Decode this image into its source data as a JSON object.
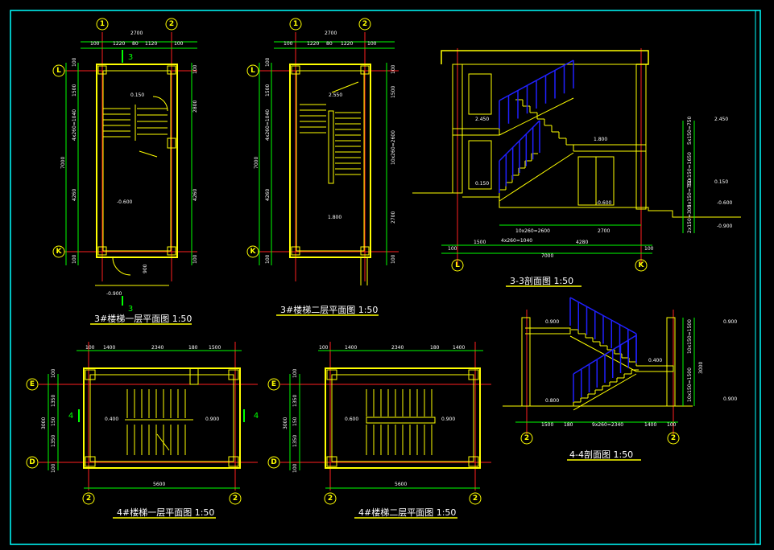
{
  "colors": {
    "background": "#000000",
    "frame": "#00ffff",
    "wall": "#ffff00",
    "axis": "#ff2020",
    "dimension": "#00ff00",
    "stair_rail": "#2020ff",
    "text": "#ffffff"
  },
  "drawings": {
    "plan3_1": {
      "title": "3#楼梯一层平面图 1:50",
      "top_axes": [
        "1",
        "2"
      ],
      "side_axes": [
        "L",
        "K"
      ],
      "top_dims": [
        "2700",
        "100",
        "1220",
        "80",
        "1120",
        "100"
      ],
      "left_dims": [
        "100",
        "1500",
        "4x260=1040",
        "7000",
        "4260",
        "100"
      ],
      "right_dims": [
        "2800",
        "4260",
        "100",
        "100"
      ],
      "levels": [
        "0.150",
        "-0.600",
        "-0.900"
      ],
      "section_mark": "3",
      "misc_dims": [
        "900",
        "100"
      ]
    },
    "plan3_2": {
      "title": "3#楼梯二层平面图 1:50",
      "top_axes": [
        "1",
        "2"
      ],
      "side_axes": [
        "L",
        "K"
      ],
      "top_dims": [
        "2700",
        "100",
        "1220",
        "80",
        "1220",
        "100"
      ],
      "left_dims": [
        "100",
        "1500",
        "4x260=1040",
        "7000",
        "4260",
        "100"
      ],
      "right_dims": [
        "1500",
        "10x260=2600",
        "2700",
        "100",
        "100"
      ],
      "levels": [
        "2.550",
        "1.800"
      ]
    },
    "section3": {
      "title": "3-3剖面图 1:50",
      "bottom_axes": [
        "L",
        "K"
      ],
      "levels_left": [
        "2.450",
        "0.150"
      ],
      "levels_mid": [
        "1.800",
        "-0.600"
      ],
      "levels_right": [
        "2.450",
        "0.150",
        "-0.600",
        "-0.900"
      ],
      "right_dims": [
        "5x150=750",
        "11x150=1650",
        "5x150=750",
        "2x150=300"
      ],
      "bottom_dims": [
        "10x260=2600",
        "2700",
        "1500",
        "4x260=1040",
        "4280",
        "100",
        "100",
        "7000"
      ]
    },
    "plan4_1": {
      "title": "4#楼梯一层平面图 1:50",
      "bottom_axes": [
        "2",
        "2"
      ],
      "side_axes": [
        "E",
        "D"
      ],
      "top_dims": [
        "100",
        "1400",
        "2340",
        "180",
        "1500"
      ],
      "left_dims": [
        "100",
        "1350",
        "3000",
        "150",
        "1350",
        "100"
      ],
      "levels": [
        "0.400",
        "0.900"
      ],
      "section_mark": "4",
      "bottom_dim": "5600"
    },
    "plan4_2": {
      "title": "4#楼梯二层平面图 1:50",
      "bottom_axes": [
        "2",
        "2"
      ],
      "side_axes": [
        "E",
        "D"
      ],
      "top_dims": [
        "100",
        "1400",
        "2340",
        "180",
        "1400"
      ],
      "left_dims": [
        "100",
        "1350",
        "3000",
        "150",
        "1350",
        "100"
      ],
      "levels": [
        "0.600",
        "0.900"
      ],
      "bottom_dim": "5600"
    },
    "section4": {
      "title": "4-4剖面图 1:50",
      "bottom_axes": [
        "2",
        "2"
      ],
      "levels": [
        "0.900",
        "0.400",
        "0.800",
        "0.900",
        "0.900"
      ],
      "right_dims": [
        "10x150=1500",
        "3000",
        "10x150=1500"
      ],
      "bottom_dims": [
        "1500",
        "180",
        "9x260=2340",
        "1400",
        "100"
      ]
    }
  }
}
